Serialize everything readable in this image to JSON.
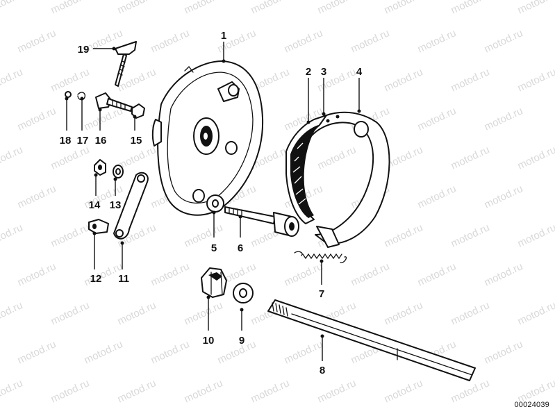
{
  "watermark": {
    "text": "motod.ru",
    "color": "#d9d9d9"
  },
  "callouts": [
    {
      "id": "1",
      "label": "1",
      "part": "brake-backing-plate"
    },
    {
      "id": "2",
      "label": "2",
      "part": "brake-shoe-lining"
    },
    {
      "id": "3",
      "label": "3",
      "part": "brake-shoe-rivet"
    },
    {
      "id": "4",
      "label": "4",
      "part": "brake-shoe"
    },
    {
      "id": "5",
      "label": "5",
      "part": "washer"
    },
    {
      "id": "6",
      "label": "6",
      "part": "brake-cam-shaft"
    },
    {
      "id": "7",
      "label": "7",
      "part": "return-spring"
    },
    {
      "id": "8",
      "label": "8",
      "part": "brake-rod"
    },
    {
      "id": "9",
      "label": "9",
      "part": "washer"
    },
    {
      "id": "10",
      "label": "10",
      "part": "hex-nut"
    },
    {
      "id": "11",
      "label": "11",
      "part": "brake-lever"
    },
    {
      "id": "12",
      "label": "12",
      "part": "clevis-pin"
    },
    {
      "id": "13",
      "label": "13",
      "part": "spring-washer"
    },
    {
      "id": "14",
      "label": "14",
      "part": "hex-nut"
    },
    {
      "id": "15",
      "label": "15",
      "part": "adjusting-nut"
    },
    {
      "id": "16",
      "label": "16",
      "part": "adjusting-bolt"
    },
    {
      "id": "17",
      "label": "17",
      "part": "spring-washer"
    },
    {
      "id": "18",
      "label": "18",
      "part": "nut"
    },
    {
      "id": "19",
      "label": "19",
      "part": "wing-nut-bolt"
    }
  ],
  "reference_number": "00024039"
}
